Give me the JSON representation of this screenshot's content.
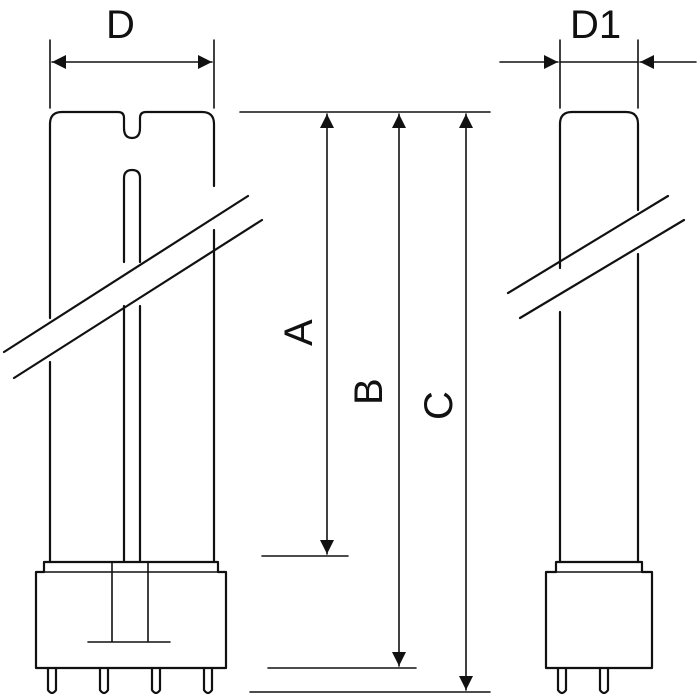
{
  "labels": {
    "d": "D",
    "d1": "D1",
    "a": "A",
    "b": "B",
    "c": "C"
  }
}
